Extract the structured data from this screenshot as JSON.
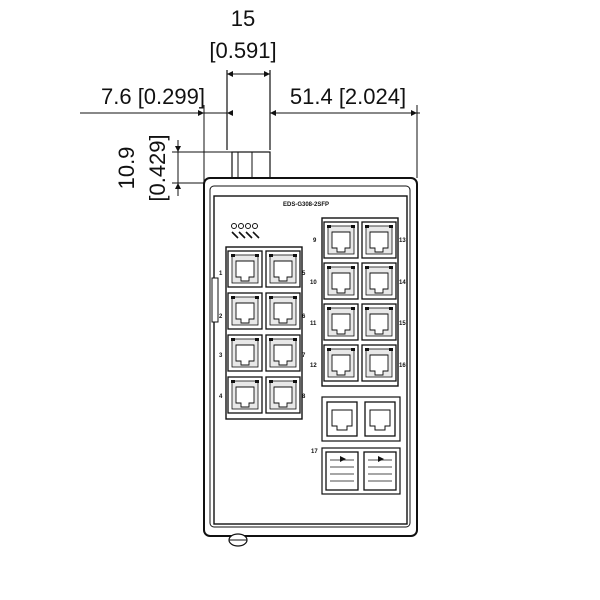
{
  "dimensions": {
    "top_width": {
      "mm": "15",
      "in": "[0.591]"
    },
    "left_offset": {
      "label": "7.6 [0.299]"
    },
    "body_width": {
      "label": "51.4 [2.024]"
    },
    "clip_height": {
      "mm": "10.9",
      "in": "[0.429]"
    }
  },
  "device": {
    "model_label": "EDS-G308-2SFP",
    "port_numbers_left": [
      "1",
      "2",
      "3",
      "4"
    ],
    "port_numbers_right_left": [
      "9",
      "10",
      "11",
      "12"
    ],
    "port_numbers_right_right": [
      "13",
      "14",
      "15",
      "16"
    ],
    "mid_labels": [
      "5",
      "6",
      "7",
      "8"
    ],
    "sfp_label": "17",
    "sfp_port_count": 2
  },
  "colors": {
    "line": "#111111",
    "background": "#ffffff",
    "port_fill": "#e8e8e8"
  }
}
